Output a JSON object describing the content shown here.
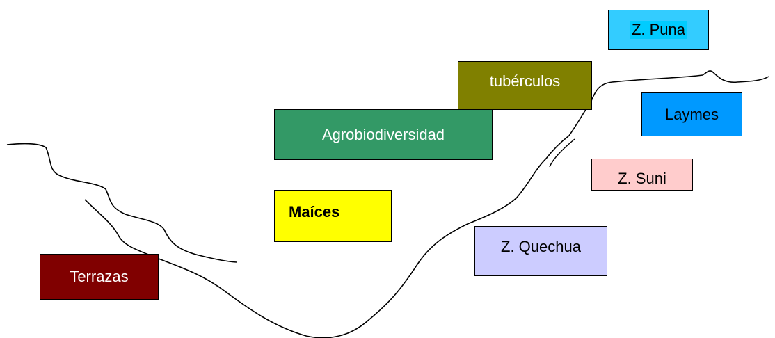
{
  "colors": {
    "terrazas": "#800000",
    "agrobiodiversidad": "#339966",
    "maices": "#ffff00",
    "tuberculos": "#808000",
    "puna": "#33ccff",
    "puna_text_bg": "#00ccff",
    "laymes": "#0099ff",
    "suni": "#ffcccc",
    "quechua": "#ccccff",
    "line": "#000000"
  },
  "boxes": {
    "terrazas": "Terrazas",
    "agrobiodiversidad": "Agrobiodiversidad",
    "maices": "Maíces",
    "tuberculos": "tubérculos",
    "puna": "Z. Puna",
    "laymes": "Laymes",
    "suni": "Z. Suni",
    "quechua": "Z. Quechua"
  }
}
